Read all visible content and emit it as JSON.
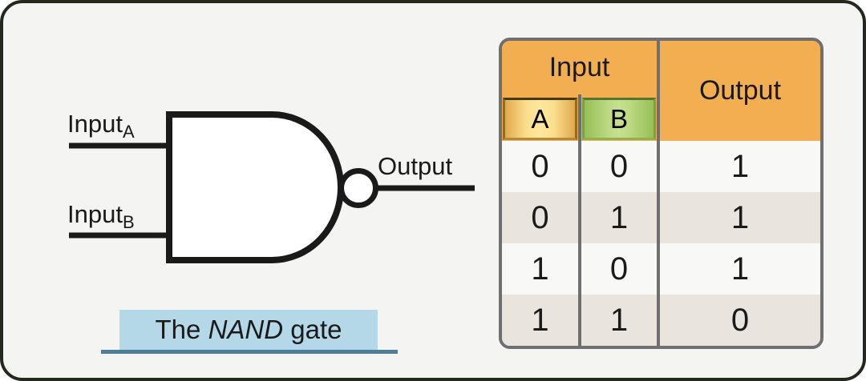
{
  "figure": {
    "type": "logic-gate-diagram",
    "gate_type": "NAND"
  },
  "gate": {
    "input_a": {
      "label": "Input",
      "sub": "A"
    },
    "input_b": {
      "label": "Input",
      "sub": "B"
    },
    "output_label": "Output"
  },
  "caption": {
    "prefix": "The ",
    "italic": "NAND",
    "suffix": " gate",
    "box_color": "#b5d8e9",
    "underline_color": "#4e7d96"
  },
  "truth_table": {
    "header_input": "Input",
    "header_output": "Output",
    "col_a": "A",
    "col_b": "B",
    "rows": [
      [
        "0",
        "0",
        "1"
      ],
      [
        "0",
        "1",
        "1"
      ],
      [
        "1",
        "0",
        "1"
      ],
      [
        "1",
        "1",
        "0"
      ]
    ],
    "colors": {
      "header_bg": "#f3ae52",
      "chip_a_bg": "#fbde8e",
      "chip_b_bg": "#bcd983",
      "row_odd": "#f8f8f6",
      "row_even": "#e9e5de",
      "table_border": "#6f6f72"
    }
  },
  "panel": {
    "background": "#f4f4f2",
    "border_color": "#23281f",
    "line_color": "#1a1a1a"
  }
}
